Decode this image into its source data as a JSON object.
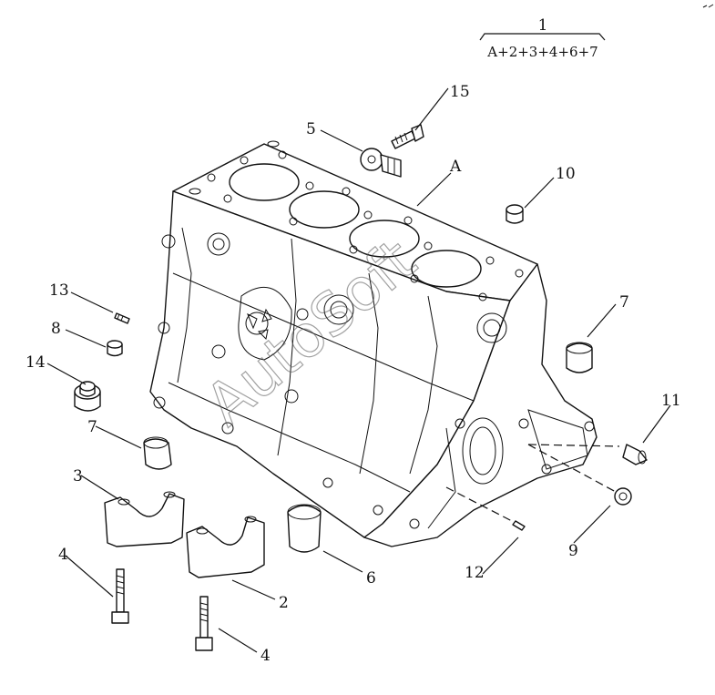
{
  "assembly": {
    "number": "1",
    "formula": "A+2+3+4+6+7"
  },
  "callouts": {
    "a": "A",
    "c2": "2",
    "c3": "3",
    "c4a": "4",
    "c4b": "4",
    "c5": "5",
    "c6": "6",
    "c7a": "7",
    "c7b": "7",
    "c8": "8",
    "c9": "9",
    "c10": "10",
    "c11": "11",
    "c12": "12",
    "c13": "13",
    "c14": "14",
    "c15": "15"
  },
  "watermark": "AutoSoft"
}
